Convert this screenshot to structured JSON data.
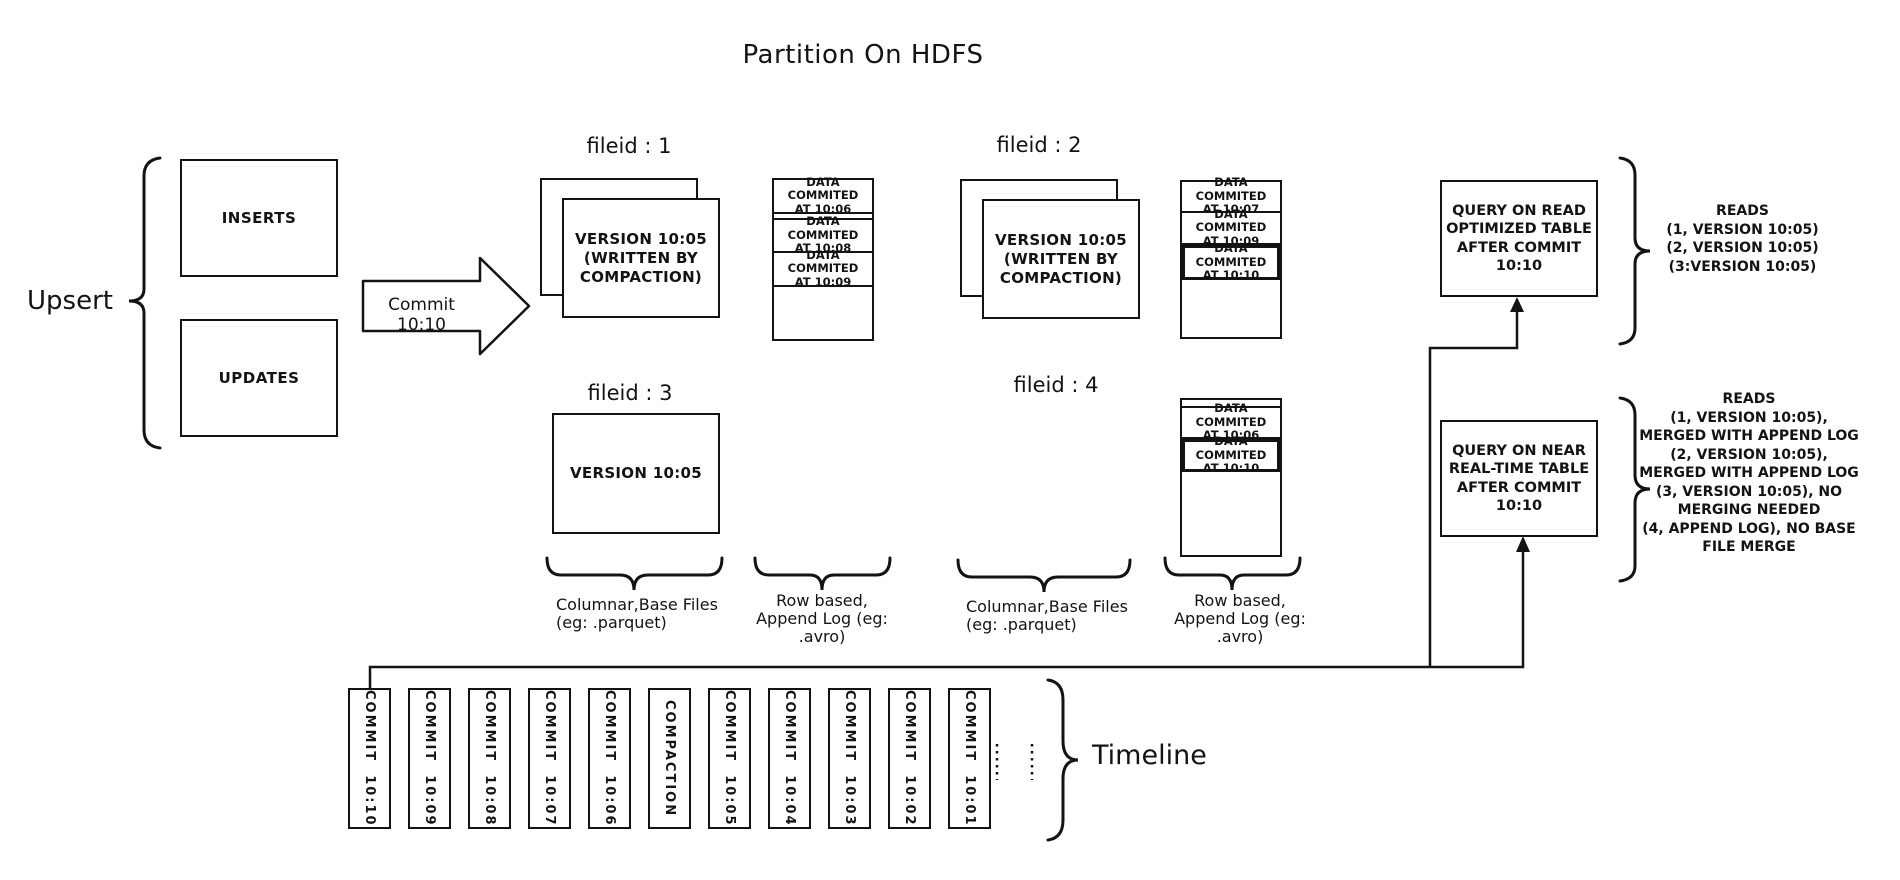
{
  "title": "Partition On HDFS",
  "upsert": {
    "label": "Upsert",
    "inserts": "INSERTS",
    "updates": "UPDATES"
  },
  "commit_arrow": {
    "label": "Commit 10:10"
  },
  "file_groups": {
    "f1": {
      "label": "fileid : 1",
      "base": "VERSION 10:05\n(WRITTEN BY\nCOMPACTION)"
    },
    "f2": {
      "label": "fileid : 2",
      "base": "VERSION 10:05\n(WRITTEN BY\nCOMPACTION)"
    },
    "f3": {
      "label": "fileid : 3",
      "base": "VERSION 10:05"
    },
    "f4": {
      "label": "fileid : 4"
    }
  },
  "logs": {
    "log1": {
      "segments": [
        "DATA COMMITED\nAT 10:06",
        "DATA COMMITED\nAT 10:08",
        "DATA COMMITED\nAT 10:09"
      ]
    },
    "log2": {
      "segments": [
        "DATA COMMITED\nAT 10:07",
        "DATA COMMITED\nAT 10:09",
        "DATA COMMITED\nAT 10:10"
      ]
    },
    "log4": {
      "segments": [
        "DATA COMMITED\nAT 10:06",
        "DATA COMMITED\nAT 10:10"
      ]
    }
  },
  "brace_labels": {
    "columnar1": "Columnar,Base Files\n(eg: .parquet)",
    "row1": "Row based,\nAppend Log  (eg:\n.avro)",
    "columnar2": "Columnar,Base Files\n(eg: .parquet)",
    "row2": "Row based,\nAppend Log  (eg:\n.avro)"
  },
  "queries": {
    "read_optimized": {
      "box": "QUERY ON READ\nOPTIMIZED TABLE\nAFTER COMMIT\n10:10",
      "reads": "READS\n(1, VERSION 10:05)\n(2, VERSION 10:05)\n(3:VERSION 10:05)"
    },
    "near_real_time": {
      "box": "QUERY ON NEAR\nREAL-TIME TABLE\nAFTER COMMIT\n10:10",
      "reads": "READS\n(1, VERSION 10:05),\nMERGED WITH APPEND LOG\n(2, VERSION 10:05),\nMERGED WITH APPEND LOG\n(3, VERSION 10:05), NO\nMERGING NEEDED\n(4, APPEND LOG), NO BASE\nFILE MERGE"
    }
  },
  "timeline": {
    "label": "Timeline",
    "entries": [
      "COMMIT  10:10",
      "COMMIT  10:09",
      "COMMIT  10:08",
      "COMMIT  10:07",
      "COMMIT  10:06",
      "COMPACTION",
      "COMMIT  10:05",
      "COMMIT  10:04",
      "COMMIT  10:03",
      "COMMIT  10:02",
      "COMMIT  10:01"
    ]
  },
  "colors": {
    "ink": "#131313",
    "background": "#ffffff"
  }
}
